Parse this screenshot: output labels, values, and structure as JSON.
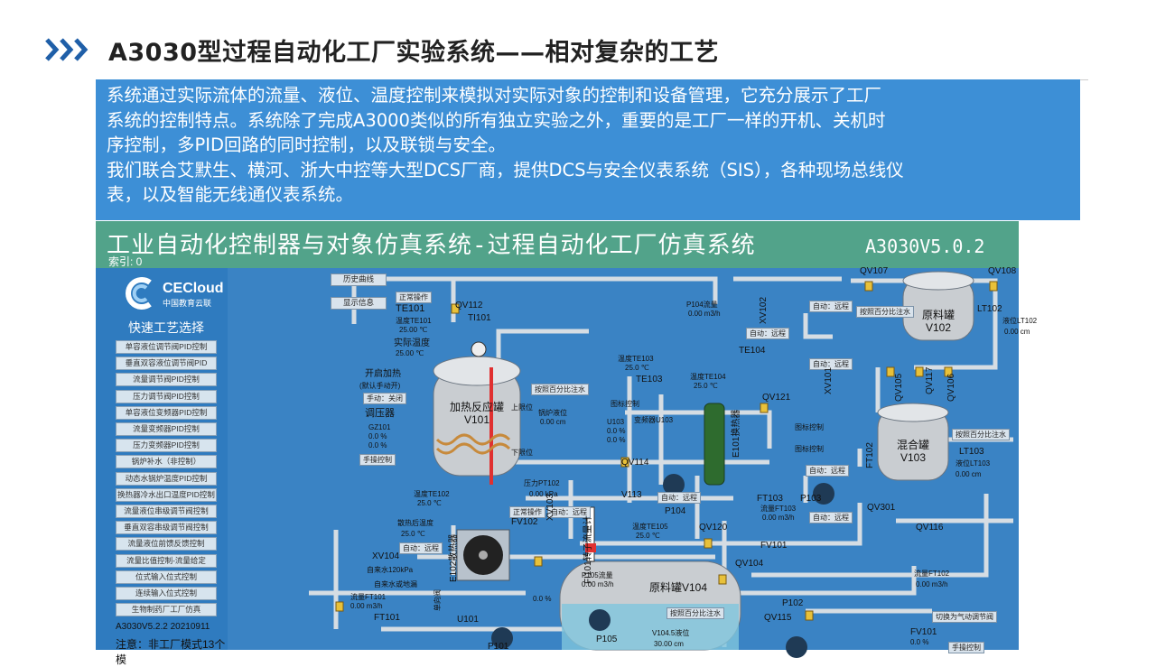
{
  "slide": {
    "title": "A3030型过程自动化工厂实验系统——相对复杂的工艺",
    "description": [
      "系统通过实际流体的流量、液位、温度控制来模拟对实际对象的控制和设备管理，它充分展示了工厂",
      "系统的控制特点。系统除了完成A3000类似的所有独立实验之外，重要的是工厂一样的开机、关机时",
      "序控制，多PID回路的同时控制，以及联锁与安全。",
      "我们联合艾默生、横河、浙大中控等大型DCS厂商，提供DCS与安全仪表系统（SIS），各种现场总线仪",
      "表，以及智能无线通仪表系统。"
    ]
  },
  "scada": {
    "title": "工业自动化控制器与对象仿真系统-过程自动化工厂仿真系统",
    "version": "A3030V5.0.2",
    "index": "索引: 0",
    "logo": {
      "name": "CECloud",
      "sub": "中国教育云联"
    },
    "panel_heading": "快速工艺选择",
    "process_buttons": [
      "单容液位调节阀PID控制",
      "垂直双容液位调节阀PID",
      "流量调节阀PID控制",
      "压力调节阀PID控制",
      "单容液位变频器PID控制",
      "流量变频器PID控制",
      "压力变频器PID控制",
      "锅炉补水（非控制）",
      "动态水锅炉温度PID控制",
      "换热器冷水出口温度PID控制",
      "流量液位串级调节阀控制",
      "垂直双容串级调节阀控制",
      "流量液位前馈反馈控制",
      "流量比值控制-流量给定",
      "位式输入位式控制",
      "连续输入位式控制",
      "生物制药厂工厂仿真"
    ],
    "panel_version": "A3030V5.2.2 20210911",
    "panel_note": "注意：非工厂模式13个模",
    "top_buttons": {
      "history": "历史曲线",
      "display": "显示信息"
    },
    "labels": {
      "normal_op": "正常操作",
      "te101": "TE101",
      "temp_te101": "温度TE101",
      "te101_val": "25.00 ℃",
      "actual_temp": "实际温度",
      "actual_temp_val": "25.00 ℃",
      "qv112": "QV112",
      "ti101": "TI101",
      "start_heat": "开启加热",
      "start_heat_sub": "(默认手动开)",
      "manual_off": "手动：关闭",
      "regulator": "调压器",
      "gz101": "GZ101",
      "gz_val1": "0.0 %",
      "gz_val2": "0.0 %",
      "manual_ctrl": "手操控制",
      "reactor": "加热反应罐",
      "reactor_id": "V101",
      "upper_limit": "上限位",
      "lower_limit": "下限位",
      "boiler_level": "锅炉液位",
      "boiler_level_val": "0.00  cm",
      "pressure_pt102": "压力PT102",
      "pt102_val": "0.00  kPa",
      "te102": "温度TE102",
      "te102_val": "25.0 ℃",
      "normal_op2": "正常操作",
      "auto_remote": "自动：远程",
      "fv102": "FV102",
      "xv103": "XV103",
      "heat_diss_temp": "散热后温度",
      "heat_diss_val": "25.0 ℃",
      "e102": "E102散热器",
      "xv104": "XV104",
      "self_water": "自来水120kPa",
      "self_water_sub": "自来水或地漏",
      "ft101_flow": "流量FT101",
      "ft101_val": "0.00 m3/h",
      "ft101": "FT101",
      "u101": "U101",
      "u101_val": "0.0 %",
      "p101": "P101",
      "single_dir": "单向阀",
      "p104_flow": "P104流量",
      "p104_val": "0.00  m3/h",
      "xv102": "XV102",
      "te103_temp": "温度TE103",
      "te103_val": "25.0 ℃",
      "te103": "TE103",
      "te104_temp": "温度TE104",
      "te104_val": "25.0 ℃",
      "te104": "TE104",
      "set_ratio": "按照百分比注水",
      "cold_water": "图标控制",
      "u103": "U103",
      "u103_val": "0.0 %",
      "freq_u103": "变频器U103",
      "e101": "E101换热器",
      "qv114": "QV114",
      "v113": "V113",
      "p104": "P104",
      "te105": "温度TE105",
      "te105_val": "25.0 ℃",
      "fi101": "FI101转子流量计",
      "p105_flow": "P105流量",
      "p105_val": "0.00  m3/h",
      "v104": "原料罐V104",
      "v104_level": "V104.5液位",
      "v104_level_val": "30.00 cm",
      "p105": "P105",
      "qv120": "QV120",
      "qv104": "QV104",
      "fv101": "FV101",
      "p102": "P102",
      "qv115": "QV115",
      "qv121": "QV121",
      "qv107": "QV107",
      "qv108": "QV108",
      "v102": "原料罐",
      "v102_id": "V102",
      "lt102": "LT102",
      "lt102_level": "液位LT102",
      "lt102_val": "0.00  cm",
      "xv101": "XV101",
      "qv105": "QV105",
      "qv117": "QV117",
      "qv106": "QV106",
      "v103": "混合罐",
      "v103_id": "V103",
      "ft102": "FT102",
      "lt103": "LT103",
      "lt103_level": "液位LT103",
      "lt103_val": "0.00  cm",
      "ft103": "FT103",
      "ft103_flow": "流量FT103",
      "ft103_val": "0.00 m3/h",
      "p103": "P103",
      "qv301": "QV301",
      "qv116": "QV116",
      "ft102_flow": "流量FT102",
      "ft102_val": "0.00 m3/h",
      "fv101_val": "0.0 %",
      "switch_pneu": "切换为气动调节阀",
      "manual_op": "手操控制"
    }
  }
}
